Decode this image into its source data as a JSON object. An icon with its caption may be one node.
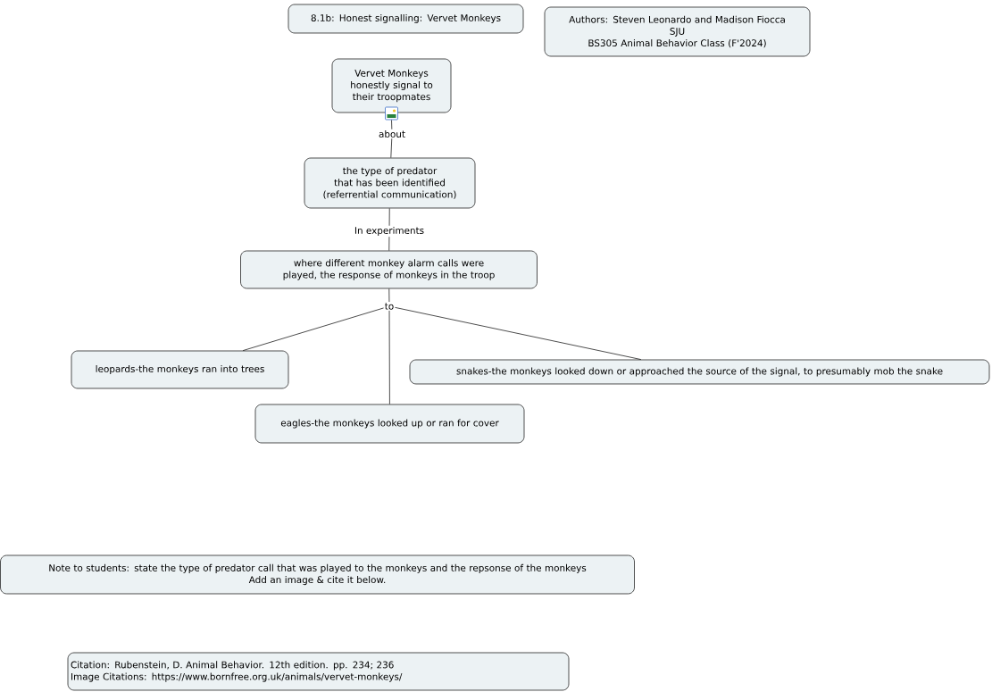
{
  "diagram": {
    "nodes": [
      {
        "text": [
          "8.1b: Honest signalling: Vervet Monkeys"
        ]
      },
      {
        "text": [
          "Authors: Steven Leonardo and Madison Fiocca",
          "SJU",
          "BS305 Animal Behavior Class (F'2024)"
        ]
      },
      {
        "text": [
          "Vervet Monkeys honestly signal to their troopmates"
        ]
      },
      {
        "text": [
          "about"
        ]
      },
      {
        "text": [
          "the type of predator that has been identified (referrential communication)"
        ]
      },
      {
        "text": [
          "In experiments"
        ]
      },
      {
        "text": [
          "where different monkey alarm calls were played, the response of monkeys in the troop"
        ]
      },
      {
        "text": [
          "to"
        ]
      },
      {
        "text": [
          "leopards-the monkeys ran into trees"
        ]
      },
      {
        "text": [
          "eagles-the monkeys looked up or ran for cover"
        ]
      },
      {
        "text": [
          "snakes-the monkeys looked down or approached the source of the signal, to presumably mob the snake"
        ]
      },
      {
        "text": [
          "Note to students: state the type of predator call that was played to the monkeys and the repsonse of the monkeys",
          "Add an image & cite it below."
        ]
      },
      {
        "text": [
          "Citation: Rubenstein, D. Animal Behavior. 12th edition. pp. 234; 236",
          "Image Citations: https://www.bornfree.org.uk/animals/vervet-monkeys/"
        ]
      }
    ],
    "edges": [
      {
        "from": 2,
        "to": 3,
        "arrow": "none"
      },
      {
        "from": 3,
        "to": 4,
        "arrow": "none"
      },
      {
        "from": 4,
        "to": 5,
        "arrow": "none"
      },
      {
        "from": 5,
        "to": 6,
        "arrow": "none"
      },
      {
        "from": 6,
        "to": 7,
        "arrow": "none"
      },
      {
        "from": 7,
        "to": 8,
        "arrow": "none"
      },
      {
        "from": 7,
        "to": 9,
        "arrow": "none"
      },
      {
        "from": 7,
        "to": 10,
        "arrow": "none"
      }
    ]
  }
}
